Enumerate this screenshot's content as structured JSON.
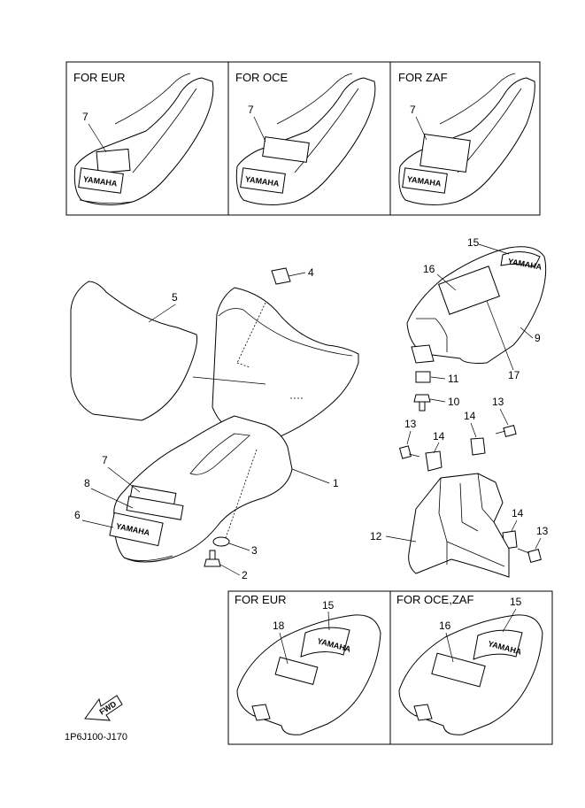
{
  "insets_top": {
    "titles": [
      "FOR EUR",
      "FOR OCE",
      "FOR ZAF"
    ],
    "label": "7",
    "logo": "YAMAHA"
  },
  "insets_bottom": {
    "eur_title": "FOR EUR",
    "oce_zaf_title": "FOR OCE,ZAF",
    "eur_labels": [
      "15",
      "18"
    ],
    "oce_zaf_labels": [
      "15",
      "16"
    ],
    "logo": "YAMAHA"
  },
  "main": {
    "labels": {
      "p1": "1",
      "p2": "2",
      "p3": "3",
      "p4": "4",
      "p5": "5",
      "p6": "6",
      "p7": "7",
      "p8": "8",
      "p9": "9",
      "p10": "10",
      "p11": "11",
      "p12": "12",
      "p13a": "13",
      "p13b": "13",
      "p13c": "13",
      "p14a": "14",
      "p14b": "14",
      "p14c": "14",
      "p15": "15",
      "p16": "16",
      "p17": "17"
    },
    "logo": "YAMAHA"
  },
  "fwd_label": "FWD",
  "diagram_code": "1P6J100-J170"
}
